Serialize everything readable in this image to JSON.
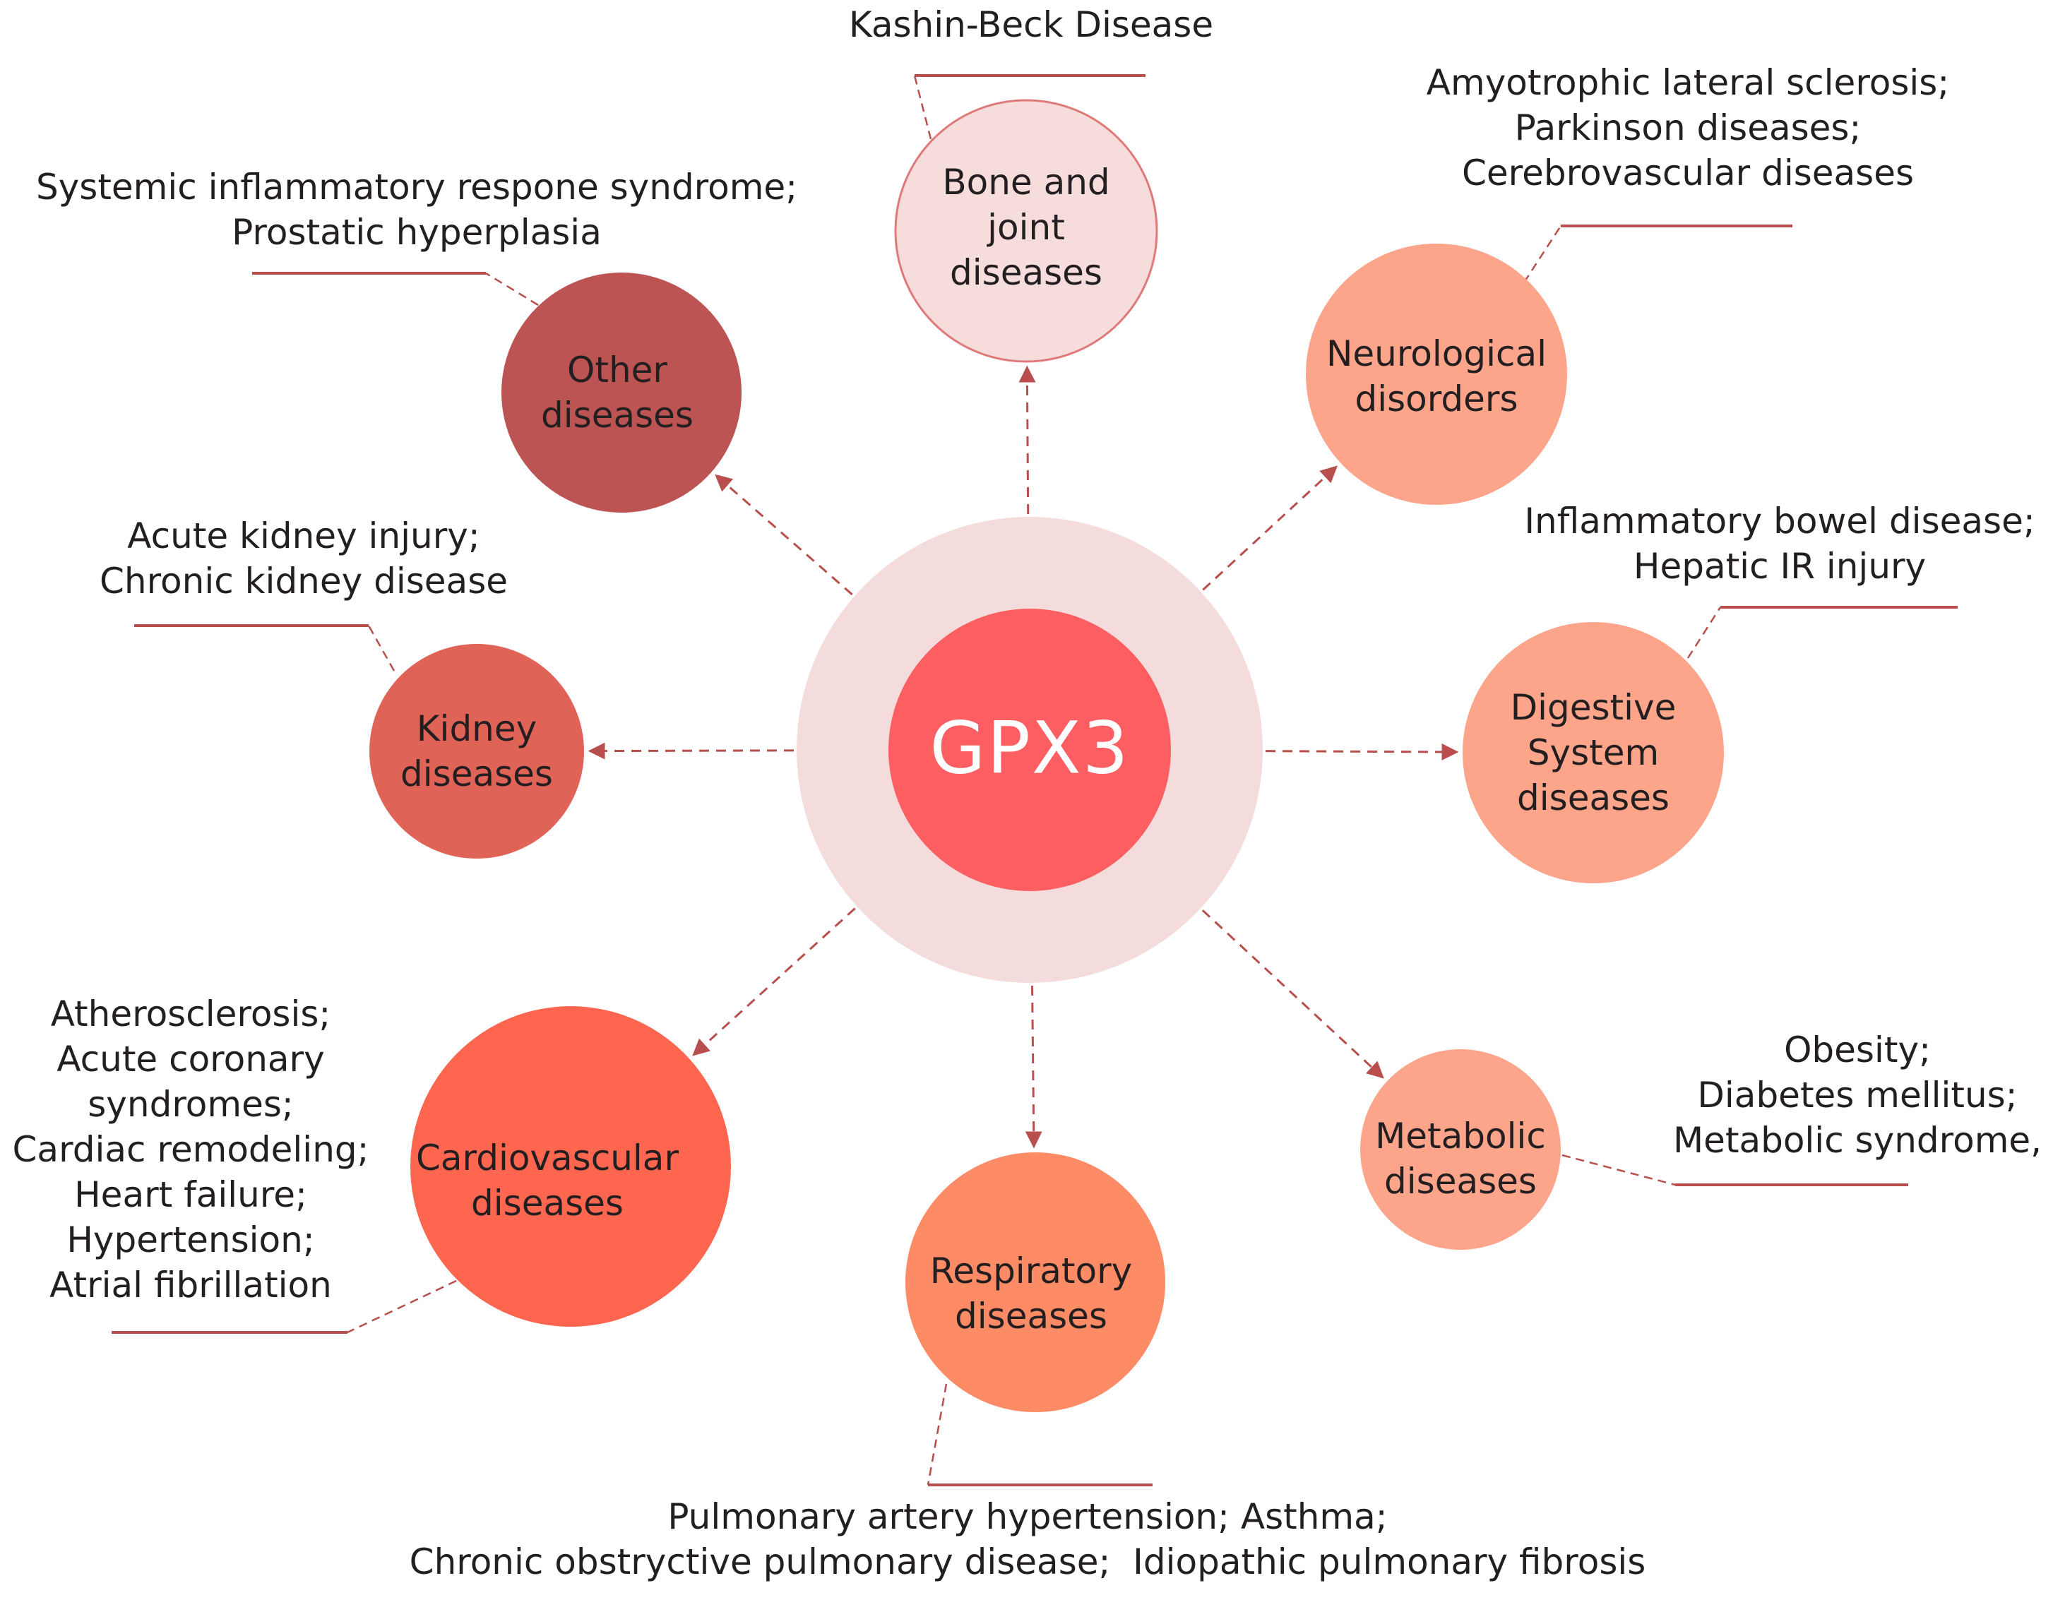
{
  "hub": {
    "label": "GPX3",
    "outer_color": "#f4dcdc",
    "inner_color": "#fd5e62"
  },
  "nodes": [
    {
      "id": "bone",
      "name": "Bone and\njoint\ndiseases",
      "color": "#f7dcdc",
      "diseases": "Kashin-Beck Disease"
    },
    {
      "id": "neuro",
      "name": "Neurological\ndisorders",
      "color": "#fca58b",
      "diseases": "Amyotrophic lateral sclerosis;\nParkinson diseases;\nCerebrovascular diseases"
    },
    {
      "id": "digestive",
      "name": "Digestive\nSystem\ndiseases",
      "color": "#fca58b",
      "diseases": "Inflammatory bowel disease;\nHepatic IR injury"
    },
    {
      "id": "metabolic",
      "name": "Metabolic\ndiseases",
      "color": "#fca58b",
      "diseases": "Obesity;\nDiabetes mellitus;\nMetabolic syndrome,"
    },
    {
      "id": "respiratory",
      "name": "Respiratory\ndiseases",
      "color": "#fd8b66",
      "diseases": "Pulmonary artery hypertension; Asthma;\nChronic obstryctive pulmonary disease;  Idiopathic pulmonary fibrosis"
    },
    {
      "id": "cardio",
      "name": "Cardiovascular\ndiseases",
      "color": "#fe6650",
      "diseases": "Atherosclerosis;\nAcute coronary\nsyndromes;\nCardiac remodeling;\nHeart failure;\nHypertension;\nAtrial fibrillation"
    },
    {
      "id": "kidney",
      "name": "Kidney\ndiseases",
      "color": "#e06358",
      "diseases": "Acute kidney injury;\nChronic kidney disease"
    },
    {
      "id": "other",
      "name": "Other\ndiseases",
      "color": "#bb5452",
      "diseases": "Systemic inflammatory respone syndrome;\nProstatic hyperplasia"
    }
  ],
  "line_color": "#b84f4c"
}
